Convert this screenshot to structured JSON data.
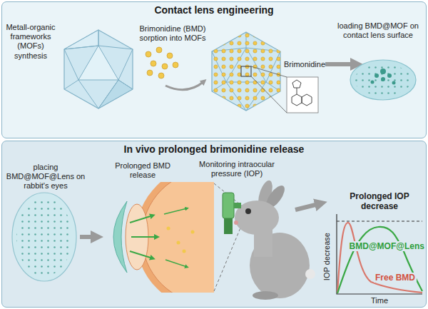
{
  "diagram": {
    "nodes": [
      {
        "text": [
          "Contact lens engineering"
        ]
      },
      {
        "text": [
          "In vivo prolonged brimonidine release"
        ]
      }
    ],
    "labels": [
      "Metall-organic frameworks (MOFs) synthesis",
      "Brimonidine (BMD) sorption into MOFs",
      "Brimonidine",
      "loading BMD@MOF on contact lens surface",
      "placing BMD@MOF@Lens on rabbit's eyes",
      "Prolonged BMD release",
      "Monitoring intraocular pressure (IOP)",
      "Prolonged IOP decrease",
      "IOP decrease",
      "BMD@MOF@Lens",
      "Free BMD",
      "Time"
    ]
  }
}
